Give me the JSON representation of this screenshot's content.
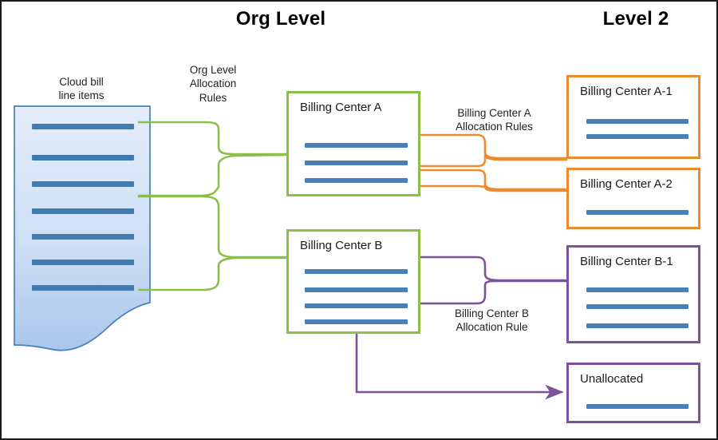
{
  "diagram": {
    "title_left": "Org Level",
    "title_right": "Level 2"
  },
  "captions": {
    "cloud_bill": "Cloud bill\nline items",
    "org_rules": "Org Level\nAllocation\nRules",
    "bc_a_rules": "Billing Center A\nAllocation Rules",
    "bc_b_rules": "Billing Center B\nAllocation Rule"
  },
  "source": {
    "name": "cloud-bill-document",
    "line_item_count": 7
  },
  "org_level_boxes": [
    {
      "id": "billing-center-a",
      "label": "Billing Center A",
      "lines": 3,
      "color": "#8cbf4a"
    },
    {
      "id": "billing-center-b",
      "label": "Billing Center B",
      "lines": 4,
      "color": "#8cbf4a"
    }
  ],
  "level2_boxes": [
    {
      "id": "billing-center-a-1",
      "label": "Billing Center A-1",
      "lines": 2,
      "color": "#ed8b30"
    },
    {
      "id": "billing-center-a-2",
      "label": "Billing Center A-2",
      "lines": 1,
      "color": "#ed8b30"
    },
    {
      "id": "billing-center-b-1",
      "label": "Billing Center B-1",
      "lines": 3,
      "color": "#7e519b"
    },
    {
      "id": "unallocated",
      "label": "Unallocated",
      "lines": 1,
      "color": "#7e519b"
    }
  ],
  "colors": {
    "green_connector": "#8cbf4a",
    "orange_connector": "#ed8b30",
    "purple_connector": "#7e519b",
    "bar_blue": "#4a7ebb",
    "document_fill_top": "#dbe7f7",
    "document_fill_bottom": "#a8c6ec",
    "document_stroke": "#4a7ebb",
    "frame": "#1a1a1a"
  }
}
